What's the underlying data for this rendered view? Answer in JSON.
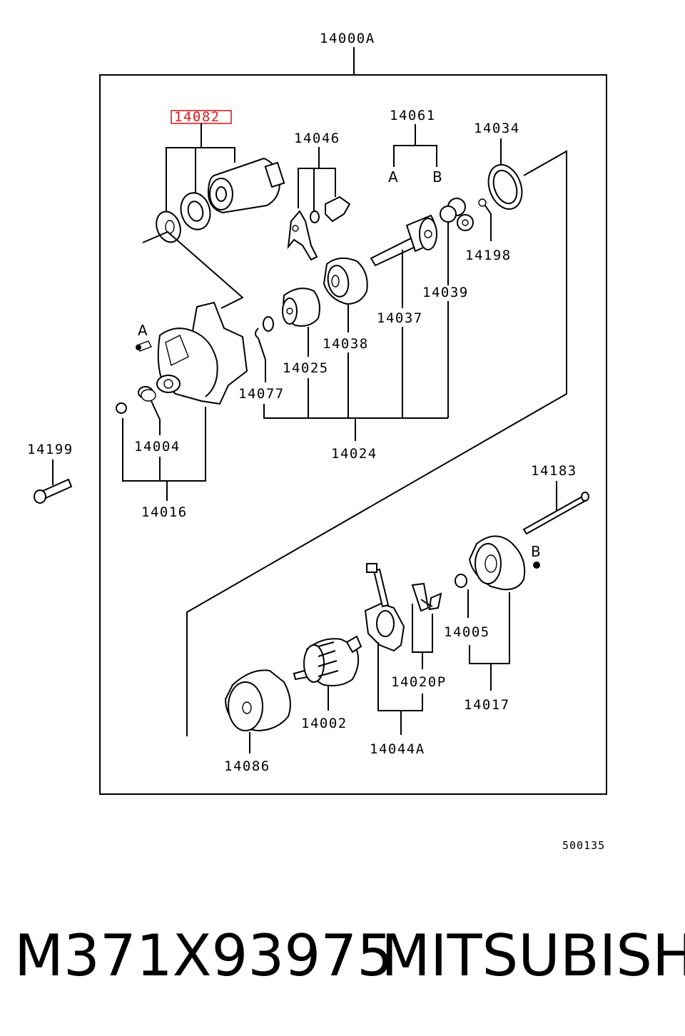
{
  "diagram": {
    "assembly_label": "14000A",
    "diagram_code": "500135",
    "parts": {
      "p14082": "14082",
      "p14046": "14046",
      "p14061": "14061",
      "p14034": "14034",
      "p14198": "14198",
      "p14039": "14039",
      "p14037": "14037",
      "p14038": "14038",
      "p14025": "14025",
      "p14077": "14077",
      "p14024": "14024",
      "p14004": "14004",
      "p14016": "14016",
      "p14199": "14199",
      "p14183": "14183",
      "p14005": "14005",
      "p14017": "14017",
      "p14020P": "14020P",
      "p14044A": "14044A",
      "p14002": "14002",
      "p14086": "14086"
    },
    "letters": {
      "a_top": "A",
      "b_top": "B",
      "a_left": "A",
      "b_right": "B"
    },
    "highlight_color": "#d81f1f"
  },
  "footer": {
    "part_number": "M371X93975",
    "brand": "MITSUBISHI"
  }
}
